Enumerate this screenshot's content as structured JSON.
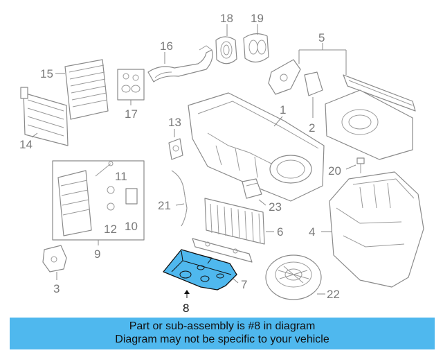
{
  "diagram": {
    "highlight_color": "#4fb8ee",
    "callouts": {
      "c1": "1",
      "c2": "2",
      "c3": "3",
      "c4": "4",
      "c5": "5",
      "c6": "6",
      "c7": "7",
      "c8": "8",
      "c9": "9",
      "c10": "10",
      "c11": "11",
      "c12": "12",
      "c13": "13",
      "c14": "14",
      "c15": "15",
      "c16": "16",
      "c17": "17",
      "c18": "18",
      "c19": "19",
      "c20": "20",
      "c21": "21",
      "c22": "22",
      "c23": "23"
    }
  },
  "banner": {
    "line1": "Part or sub-assembly is #8 in diagram",
    "line2": "Diagram may not be specific to your vehicle",
    "color": "#4fb8ee"
  }
}
